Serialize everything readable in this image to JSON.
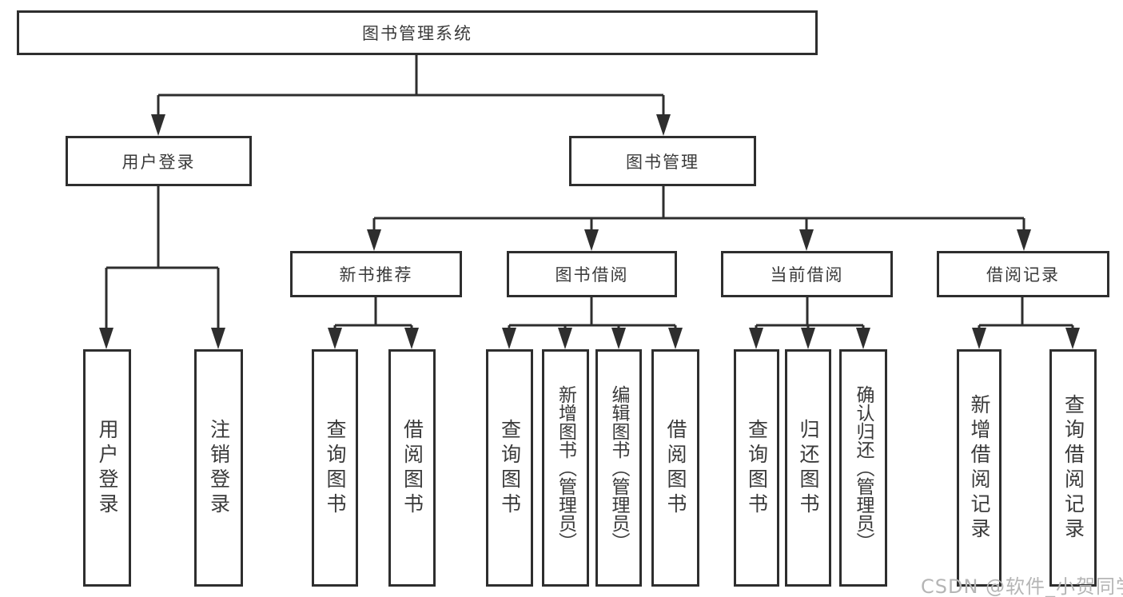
{
  "colors": {
    "line": "#2e2e2e",
    "box_border": "#2e2e2e",
    "text": "#3a3a3a",
    "background": "#ffffff",
    "watermark": "#b5b5b5"
  },
  "watermark": "CSDN @软件_小贺同学",
  "diagram": {
    "type": "hierarchy-tree",
    "root": {
      "label": "图书管理系统"
    },
    "branches": [
      {
        "label": "用户登录",
        "children": [
          {
            "label": "用户登录"
          },
          {
            "label": "注销登录"
          }
        ]
      },
      {
        "label": "图书管理",
        "children": [
          {
            "label": "新书推荐",
            "children": [
              {
                "label": "查询图书"
              },
              {
                "label": "借阅图书"
              }
            ]
          },
          {
            "label": "图书借阅",
            "children": [
              {
                "label": "查询图书"
              },
              {
                "label": "新增图书（管理员）"
              },
              {
                "label": "编辑图书（管理员）"
              },
              {
                "label": "借阅图书"
              }
            ]
          },
          {
            "label": "当前借阅",
            "children": [
              {
                "label": "查询图书"
              },
              {
                "label": "归还图书"
              },
              {
                "label": "确认归还（管理员）"
              }
            ]
          },
          {
            "label": "借阅记录",
            "children": [
              {
                "label": "新增借阅记录"
              },
              {
                "label": "查询借阅记录"
              }
            ]
          }
        ]
      }
    ]
  }
}
